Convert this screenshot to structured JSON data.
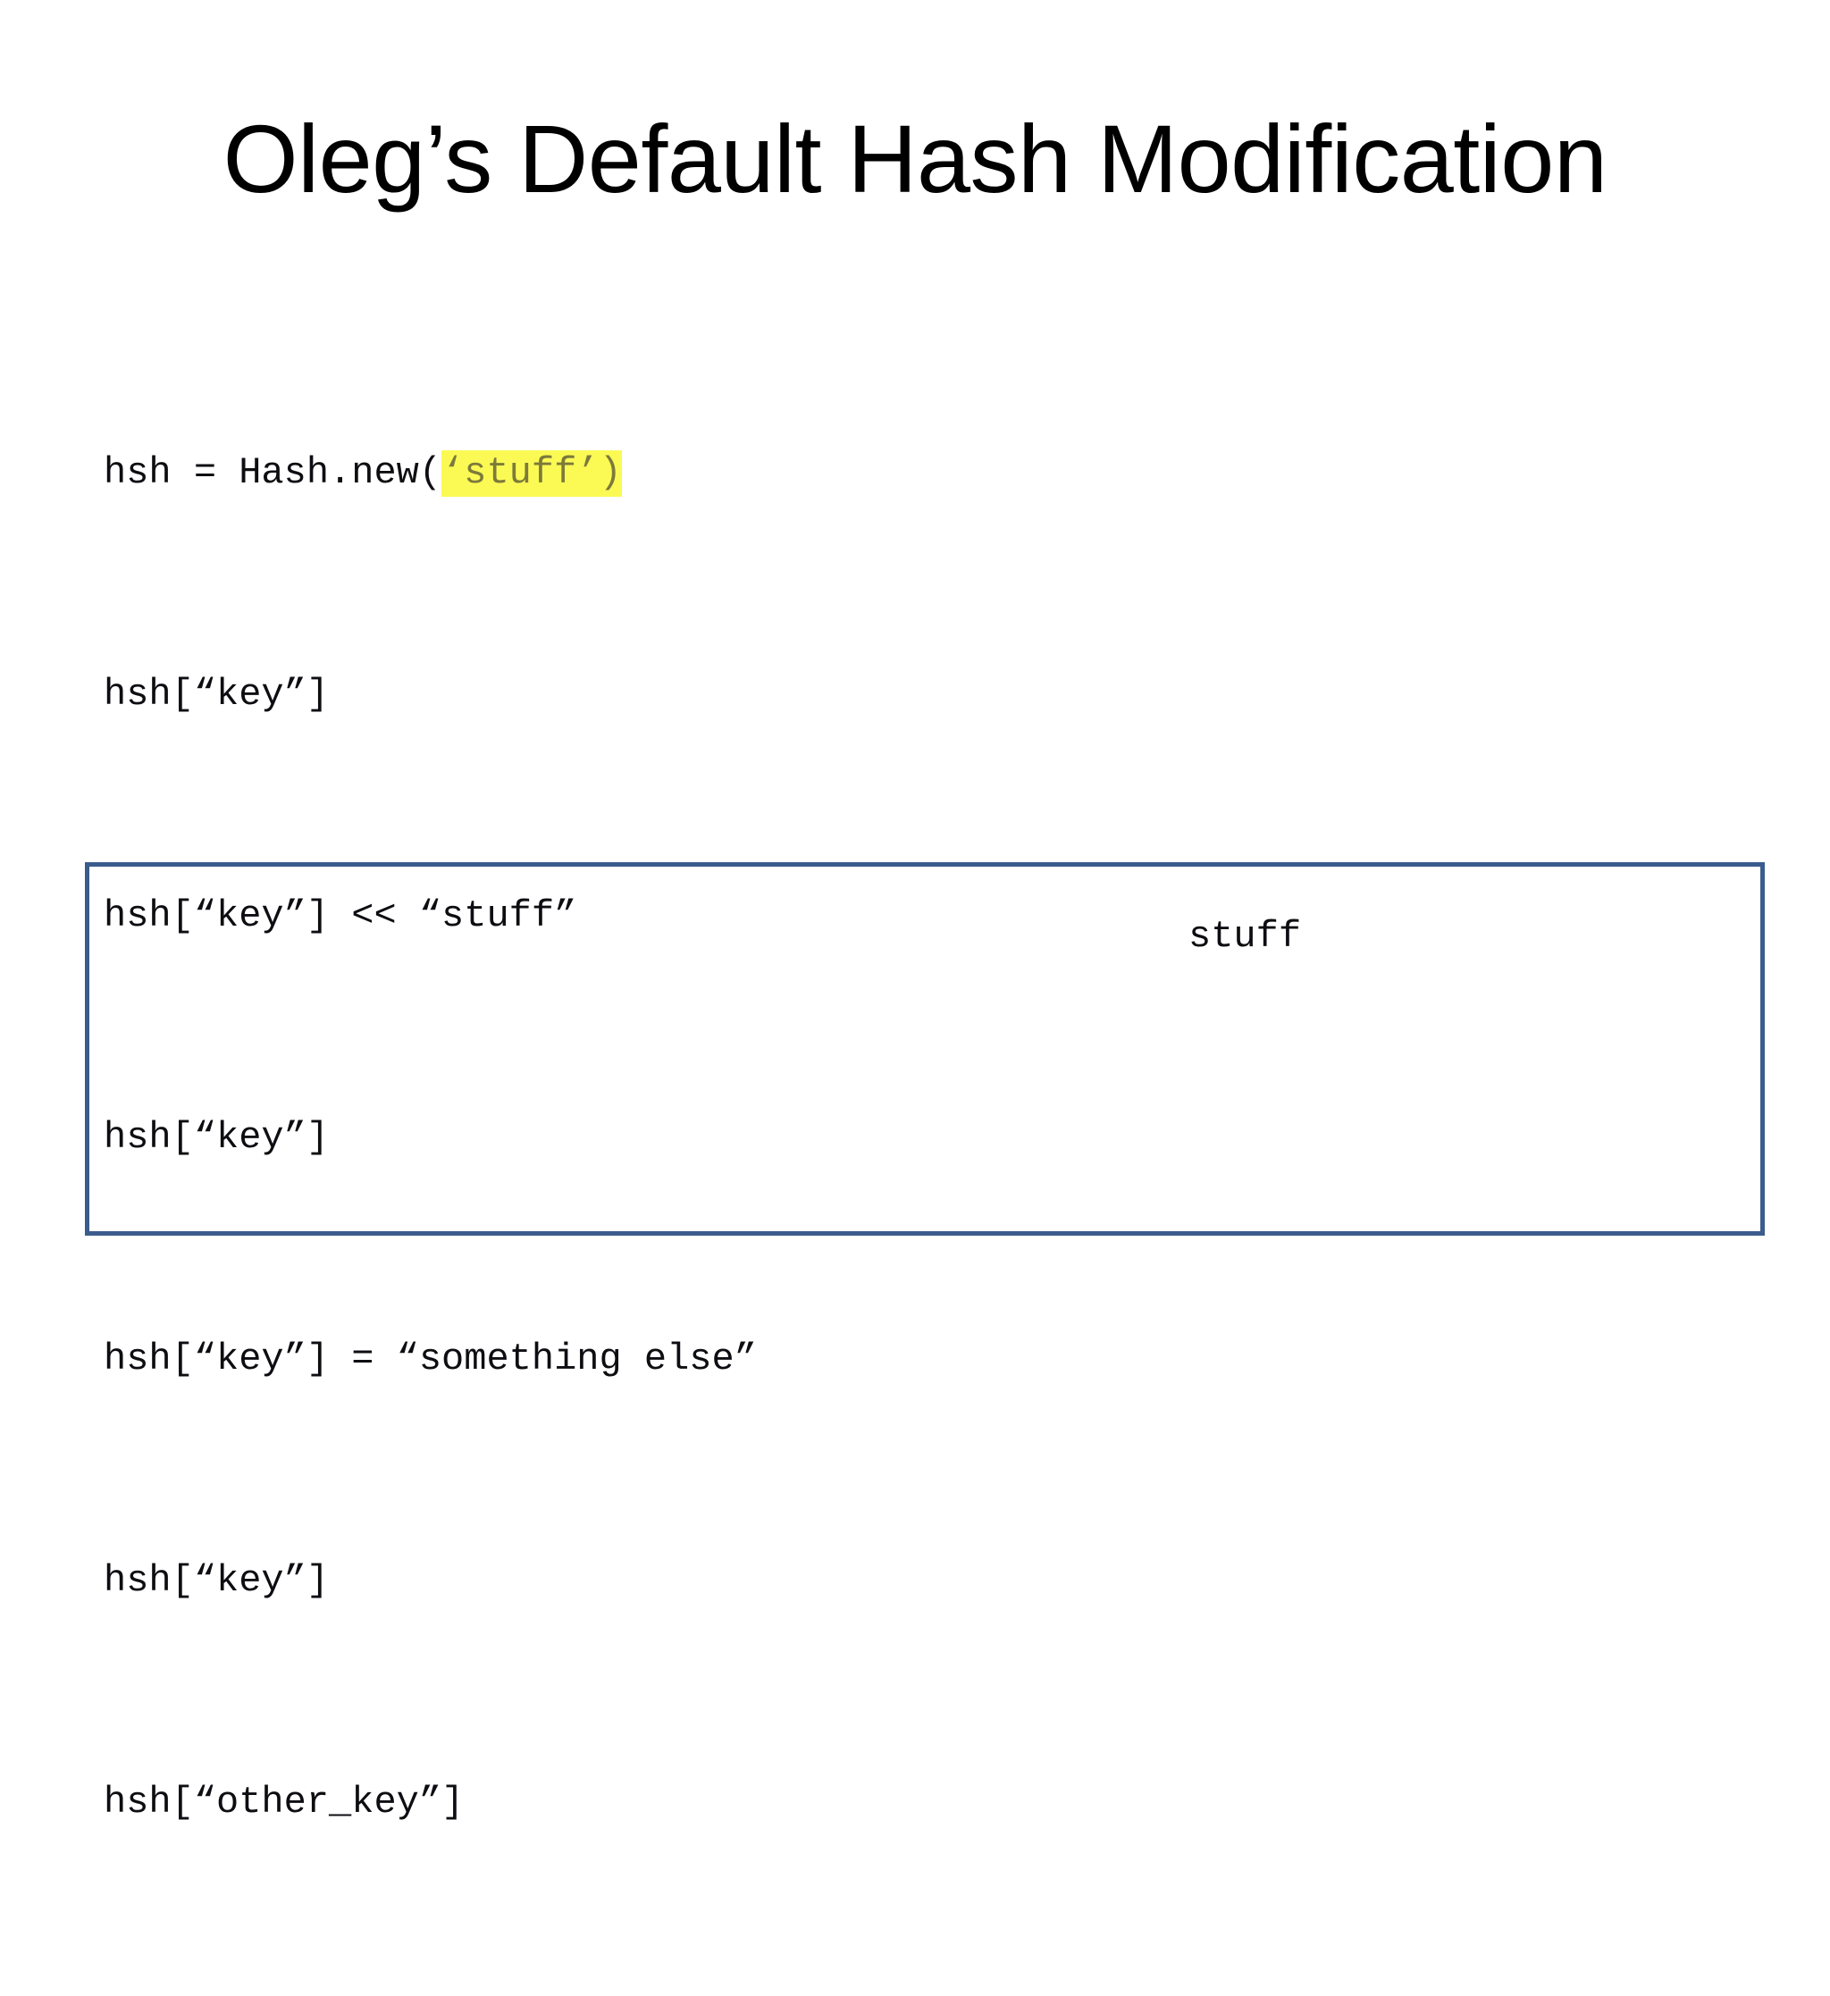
{
  "slide": {
    "title": "Oleg’s Default Hash Modification",
    "background_color": "#ffffff",
    "title_color": "#000000"
  },
  "code_block": {
    "font_color": "#0d0d12",
    "highlight_color": "#fbfa55",
    "highlight_text_color": "#7c7a3a",
    "lines": [
      {
        "prefix": "hsh = Hash.new(",
        "highlighted": "‘stuff’)",
        "suffix": ""
      },
      {
        "prefix": "hsh[“key”]",
        "highlighted": "",
        "suffix": ""
      },
      {
        "prefix": "hsh[“key”] << “stuff”",
        "highlighted": "",
        "suffix": ""
      },
      {
        "prefix": "hsh[“key”]",
        "highlighted": "",
        "suffix": ""
      },
      {
        "prefix": "hsh[“key”] = “something else”",
        "highlighted": "",
        "suffix": ""
      },
      {
        "prefix": "hsh[“key”]",
        "highlighted": "",
        "suffix": ""
      },
      {
        "prefix": "hsh[“other_key”]",
        "highlighted": "",
        "suffix": ""
      }
    ]
  },
  "answer_box": {
    "border_color": "#3b5c8c",
    "text": "stuff"
  }
}
